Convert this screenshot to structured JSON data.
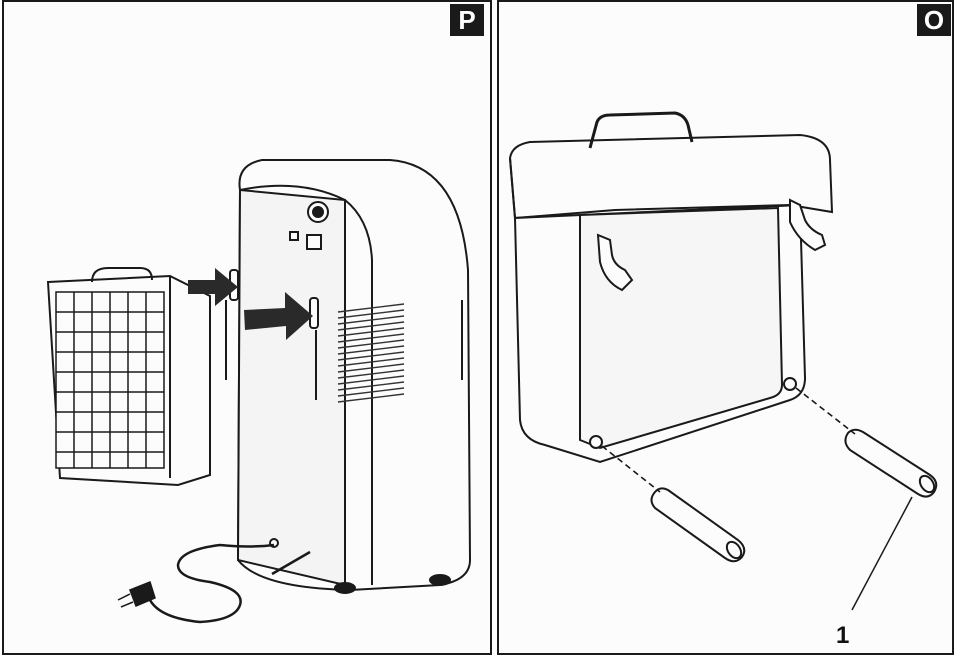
{
  "panels": [
    {
      "id": "left",
      "tag": "P"
    },
    {
      "id": "right",
      "tag": "O"
    }
  ],
  "callouts": [
    {
      "label": "1"
    }
  ],
  "colors": {
    "line": "#1a1a1a",
    "fill": "#fcfcfc",
    "arrow": "#2a2a2a",
    "grille": "#333333"
  }
}
